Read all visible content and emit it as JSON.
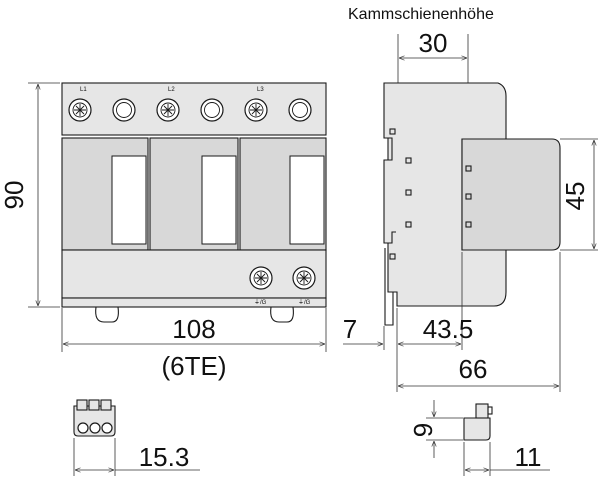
{
  "title": "Kammschienenhöhe",
  "terminals": [
    "L1",
    "L2",
    "L3"
  ],
  "pe_labels": [
    "⏚/G",
    "⏚/G"
  ],
  "dimensions": {
    "height_90": "90",
    "width_108": "108",
    "modules": "(6TE)",
    "busbar_30": "30",
    "height_45": "45",
    "offset_7": "7",
    "depth_43_5": "43.5",
    "depth_66": "66",
    "connector_15_3": "15.3",
    "connector_9": "9",
    "connector_11": "11"
  }
}
